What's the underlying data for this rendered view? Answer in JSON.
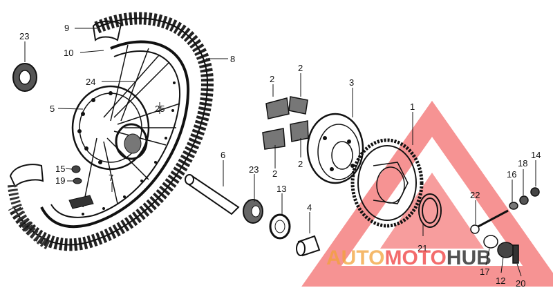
{
  "diagram": {
    "callouts": [
      {
        "id": "c23a",
        "text": "23"
      },
      {
        "id": "c9",
        "text": "9"
      },
      {
        "id": "c10",
        "text": "10"
      },
      {
        "id": "c8",
        "text": "8"
      },
      {
        "id": "c24",
        "text": "24"
      },
      {
        "id": "c5",
        "text": "5"
      },
      {
        "id": "c25",
        "text": "25"
      },
      {
        "id": "c15",
        "text": "15"
      },
      {
        "id": "c19",
        "text": "19"
      },
      {
        "id": "c7",
        "text": "7"
      },
      {
        "id": "c6",
        "text": "6"
      },
      {
        "id": "c23b",
        "text": "23"
      },
      {
        "id": "c13",
        "text": "13"
      },
      {
        "id": "c4",
        "text": "4"
      },
      {
        "id": "c2a",
        "text": "2"
      },
      {
        "id": "c2b",
        "text": "2"
      },
      {
        "id": "c2c",
        "text": "2"
      },
      {
        "id": "c2d",
        "text": "2"
      },
      {
        "id": "c3",
        "text": "3"
      },
      {
        "id": "c1",
        "text": "1"
      },
      {
        "id": "c21",
        "text": "21"
      },
      {
        "id": "c22",
        "text": "22"
      },
      {
        "id": "c16",
        "text": "16"
      },
      {
        "id": "c18",
        "text": "18"
      },
      {
        "id": "c14",
        "text": "14"
      },
      {
        "id": "c17",
        "text": "17"
      },
      {
        "id": "c12",
        "text": "12"
      },
      {
        "id": "c20",
        "text": "20"
      }
    ]
  },
  "watermark": {
    "part1": "AUTO",
    "part2": "MOTO",
    "part3": "HUB",
    "color_primary": "#ef3b3b",
    "color_secondary": "#f2a23a",
    "color_tertiary": "#1a1a1a"
  }
}
